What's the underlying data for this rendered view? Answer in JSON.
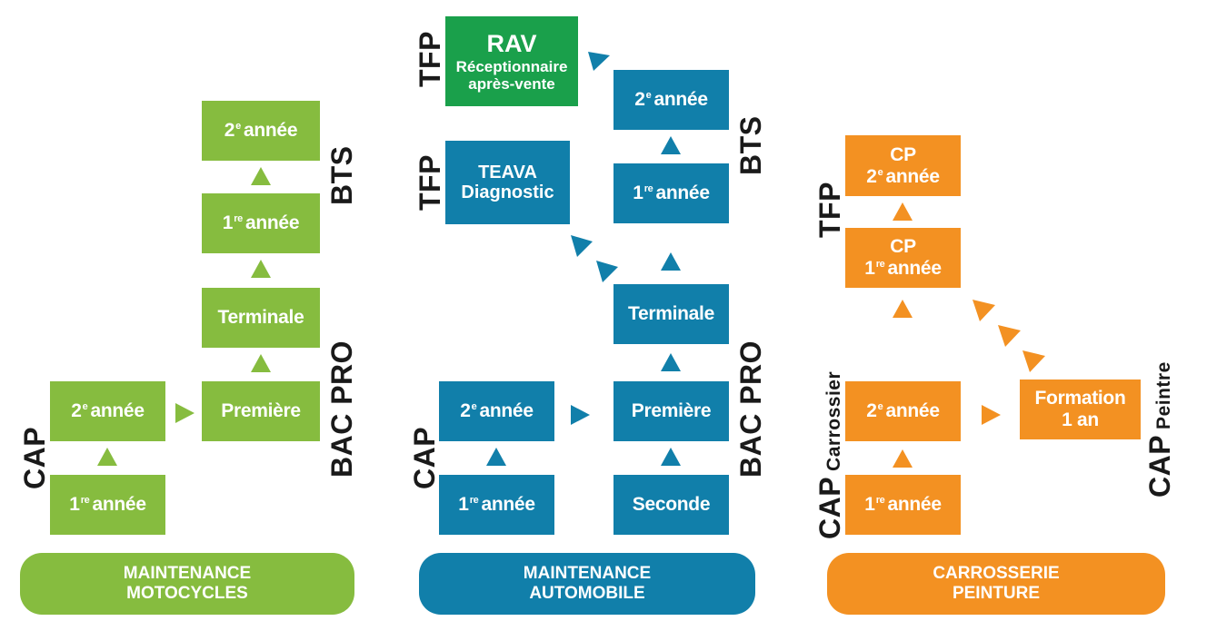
{
  "colors": {
    "motocycles": "#86bc3f",
    "automobile": "#117faa",
    "rav": "#1aa04b",
    "carrosserie": "#f39122",
    "label_text": "#1a1a1a"
  },
  "motocycles": {
    "category": [
      "MAINTENANCE",
      "MOTOCYCLES"
    ],
    "labels": {
      "bts": "BTS",
      "bac_pro": "BAC PRO",
      "cap": "CAP"
    },
    "bts": [
      {
        "num": "2",
        "sup": "e",
        "text": "année"
      },
      {
        "num": "1",
        "sup": "re",
        "text": "année"
      }
    ],
    "bac_pro": [
      "Terminale",
      "Première"
    ],
    "cap": [
      {
        "num": "2",
        "sup": "e",
        "text": "année"
      },
      {
        "num": "1",
        "sup": "re",
        "text": "année"
      }
    ]
  },
  "automobile": {
    "category": [
      "MAINTENANCE",
      "AUTOMOBILE"
    ],
    "labels": {
      "tfp_rav": "TFP",
      "tfp_teava": "TFP",
      "bts": "BTS",
      "bac_pro": "BAC PRO",
      "cap": "CAP"
    },
    "rav": {
      "title": "RAV",
      "line1": "Réceptionnaire",
      "line2": "après-vente"
    },
    "teava": {
      "line1": "TEAVA",
      "line2": "Diagnostic"
    },
    "bts": [
      {
        "num": "2",
        "sup": "e",
        "text": "année"
      },
      {
        "num": "1",
        "sup": "re",
        "text": "année"
      }
    ],
    "bac_pro": [
      "Terminale",
      "Première",
      "Seconde"
    ],
    "cap": [
      {
        "num": "2",
        "sup": "e",
        "text": "année"
      },
      {
        "num": "1",
        "sup": "re",
        "text": "année"
      }
    ]
  },
  "carrosserie": {
    "category": [
      "CARROSSERIE",
      "PEINTURE"
    ],
    "labels": {
      "tfp": "TFP",
      "cap_carrossier": "CAP",
      "cap_carrossier_sub": "Carrossier",
      "cap_peintre": "CAP",
      "cap_peintre_sub": "Peintre"
    },
    "cp": [
      {
        "title": "CP",
        "num": "2",
        "sup": "e",
        "text": "année"
      },
      {
        "title": "CP",
        "num": "1",
        "sup": "re",
        "text": "année"
      }
    ],
    "cap": [
      {
        "num": "2",
        "sup": "e",
        "text": "année"
      },
      {
        "num": "1",
        "sup": "re",
        "text": "année"
      }
    ],
    "formation": {
      "line1": "Formation",
      "line2": "1 an"
    }
  }
}
